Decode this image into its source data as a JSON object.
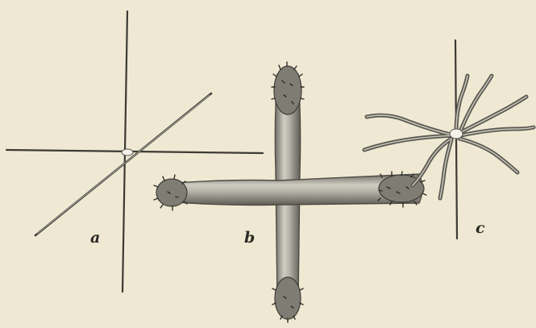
{
  "figure": {
    "labels": {
      "a": "a",
      "b": "b",
      "c": "c"
    },
    "colors": {
      "paper": "#efe9d3",
      "ink": "#3c3a33",
      "spicule_fill": "#9c9a90",
      "spicule_edge": "#56544c",
      "spicule_highlight": "#d8d6ca"
    }
  }
}
